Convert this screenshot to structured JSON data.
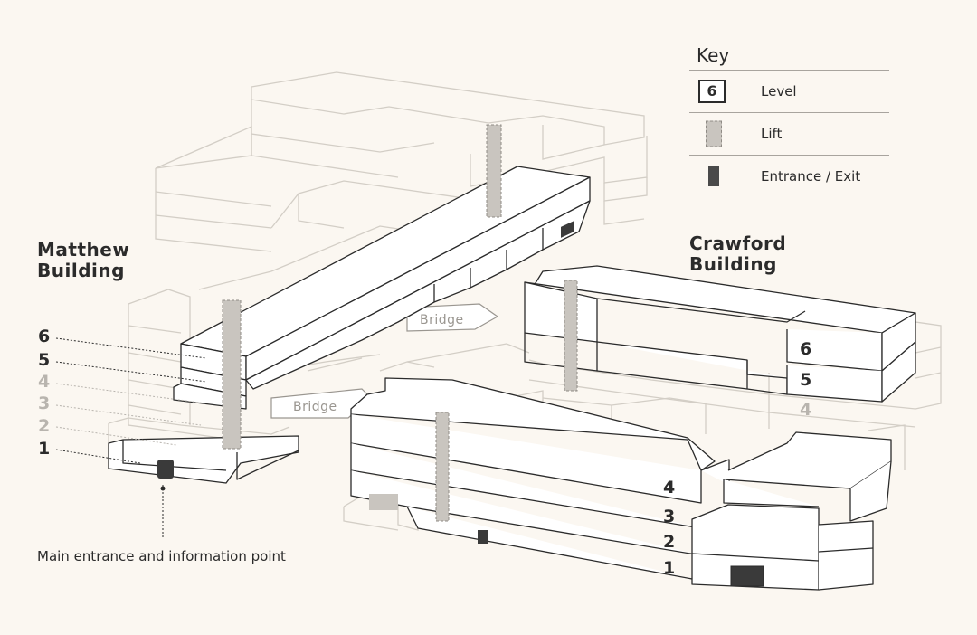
{
  "key": {
    "title": "Key",
    "items": [
      {
        "icon": "level-box-icon",
        "symbol": "6",
        "label": "Level"
      },
      {
        "icon": "lift-icon",
        "label": "Lift"
      },
      {
        "icon": "entrance-exit-icon",
        "label": "Entrance / Exit"
      }
    ]
  },
  "buildings": {
    "matthew": {
      "name_line1": "Matthew",
      "name_line2": "Building",
      "levels": [
        "6",
        "5",
        "4",
        "3",
        "2",
        "1"
      ]
    },
    "crawford": {
      "name_line1": "Crawford",
      "name_line2": "Building",
      "upper_levels": [
        "6",
        "5",
        "4"
      ],
      "lower_levels": [
        "4",
        "3",
        "2",
        "1"
      ]
    }
  },
  "bridges": {
    "upper": "Bridge",
    "lower": "Bridge"
  },
  "main_entrance": "Main entrance and information point",
  "colors": {
    "background": "#fbf7f1",
    "ghost_line": "#d3cec6",
    "building_fill": "#ffffff",
    "outline": "#2b2b2b",
    "lift": "#c9c5bf",
    "entrance": "#4a4a4a",
    "inactive_level": "#b8b4ae"
  }
}
